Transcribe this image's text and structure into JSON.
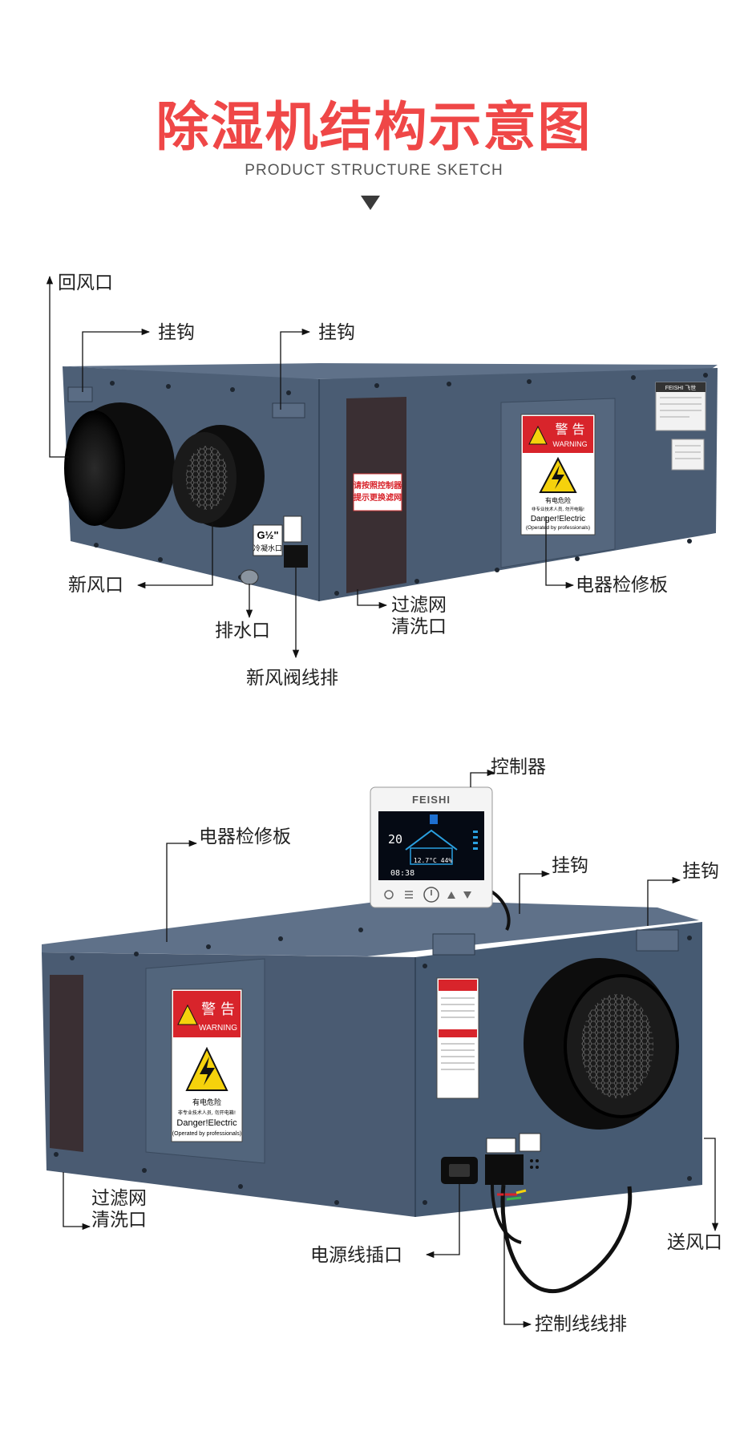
{
  "header": {
    "title": "除湿机结构示意图",
    "subtitle": "PRODUCT STRUCTURE SKETCH"
  },
  "top_view": {
    "labels": {
      "return_air": "回风口",
      "hook_left": "挂钩",
      "hook_right": "挂钩",
      "fresh_air": "新风口",
      "drain": "排水口",
      "fresh_valve_terminal": "新风阀线排",
      "filter_1": "过滤网",
      "filter_2": "清洗口",
      "electrical_panel": "电器检修板"
    },
    "filter_sticker": [
      "请按照控制器",
      "提示更换滤网"
    ],
    "drain_tag": [
      "G½\"",
      "冷凝水口"
    ],
    "warning": {
      "cn": "警 告",
      "en": "WARNING",
      "line1": "有电危险",
      "line2": "非专业技术人员, 勿开电箱!",
      "line3": "Danger!Electric",
      "line4": "(Operated by professionals)"
    },
    "brand_badge": "FEISHI 飞世"
  },
  "bottom_view": {
    "labels": {
      "controller": "控制器",
      "electrical_panel": "电器检修板",
      "hook_left": "挂钩",
      "hook_right": "挂钩",
      "filter_1": "过滤网",
      "filter_2": "清洗口",
      "power_inlet": "电源线插口",
      "supply_air": "送风口",
      "control_terminal": "控制线线排"
    },
    "controller": {
      "brand": "FEISHI",
      "temp": "20",
      "humidity": "12.7°C 44%",
      "time": "08:38"
    },
    "warning": {
      "cn": "警 告",
      "en": "WARNING",
      "line1": "有电危险",
      "line2": "非专业技术人员, 勿开电箱!",
      "line3": "Danger!Electric",
      "line4": "(Operated by professionals)"
    }
  },
  "colors": {
    "title_red": "#ef4747",
    "body_blue": "#4e6178",
    "body_dark": "#3b4b5f",
    "warning_red": "#d8242b",
    "warning_yellow": "#f5d20c"
  }
}
